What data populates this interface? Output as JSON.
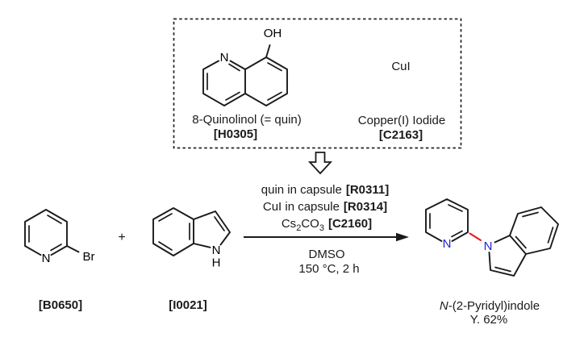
{
  "colors": {
    "ink": "#1a1a1a",
    "nitrogen_blue": "#2222d6",
    "new_bond_red": "#e8151b",
    "background": "#ffffff"
  },
  "catalyst_box": {
    "quinolinol": {
      "oh_label": "OH",
      "n_label": "N",
      "name": "8-Quinolinol (= quin)",
      "code": "[H0305]"
    },
    "copper_iodide": {
      "formula": "CuI",
      "name": "Copper(I) Iodide",
      "code": "[C2163]"
    }
  },
  "reactants": {
    "bromopyridine": {
      "n_label": "N",
      "br_label": "Br",
      "code": "[B0650]"
    },
    "plus_sign": "+",
    "indole": {
      "n_label": "N",
      "h_label": "H",
      "code": "[I0021]"
    }
  },
  "conditions": {
    "above_arrow": [
      {
        "text": "quin in capsule",
        "code": "[R0311]"
      },
      {
        "text": "CuI in capsule",
        "code": "[R0314]"
      }
    ],
    "base": {
      "seg1": "Cs",
      "sub1": "2",
      "seg2": "CO",
      "sub2": "3",
      "code": "[C2160]"
    },
    "solvent": "DMSO",
    "temperature_time": "150 °C, 2 h"
  },
  "product": {
    "pyridine_n_label": "N",
    "indole_n_label": "N",
    "name_prefix_italic": "N",
    "name_rest": "-(2-Pyridyl)indole",
    "yield": "Y. 62%"
  }
}
